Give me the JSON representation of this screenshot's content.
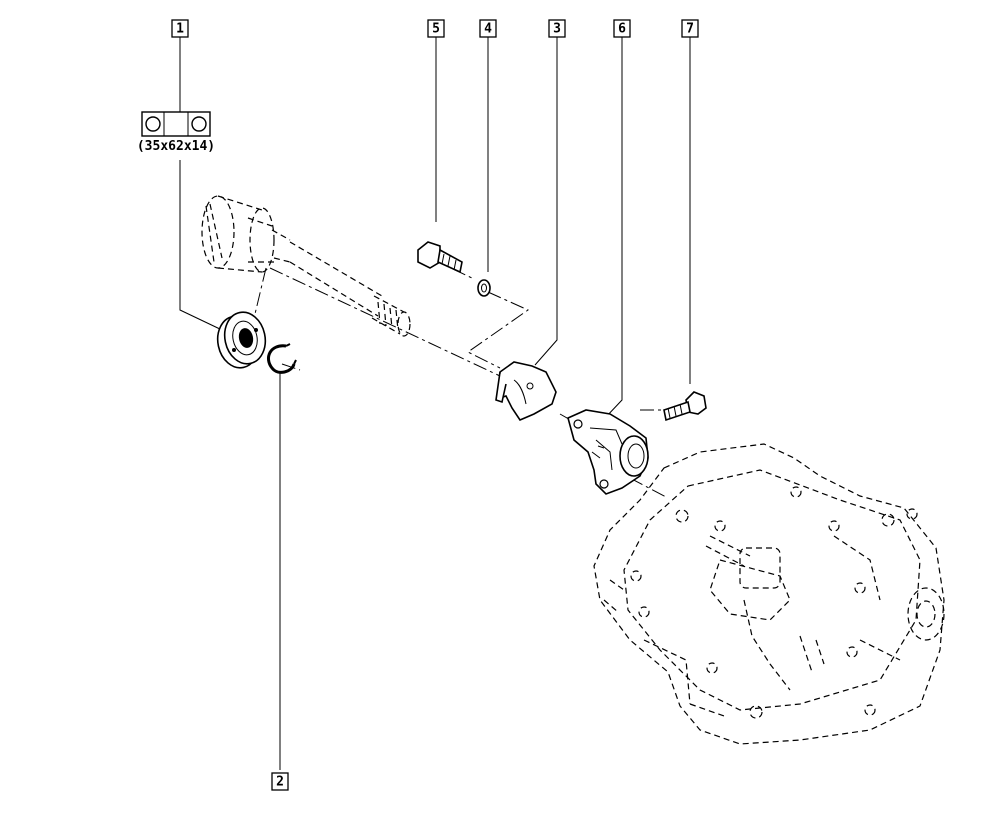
{
  "callouts": [
    {
      "id": "1",
      "label": "1"
    },
    {
      "id": "2",
      "label": "2"
    },
    {
      "id": "3",
      "label": "3"
    },
    {
      "id": "4",
      "label": "4"
    },
    {
      "id": "5",
      "label": "5"
    },
    {
      "id": "6",
      "label": "6"
    },
    {
      "id": "7",
      "label": "7"
    }
  ],
  "bearing_spec": "(35x62x14)",
  "icons": [
    "bearing-symbol-icon",
    "bearing-icon",
    "circlip-icon",
    "bolt-icon",
    "washer-icon",
    "bracket-icon",
    "bearing-carrier-icon",
    "driveshaft-icon",
    "gearbox-housing-icon"
  ]
}
